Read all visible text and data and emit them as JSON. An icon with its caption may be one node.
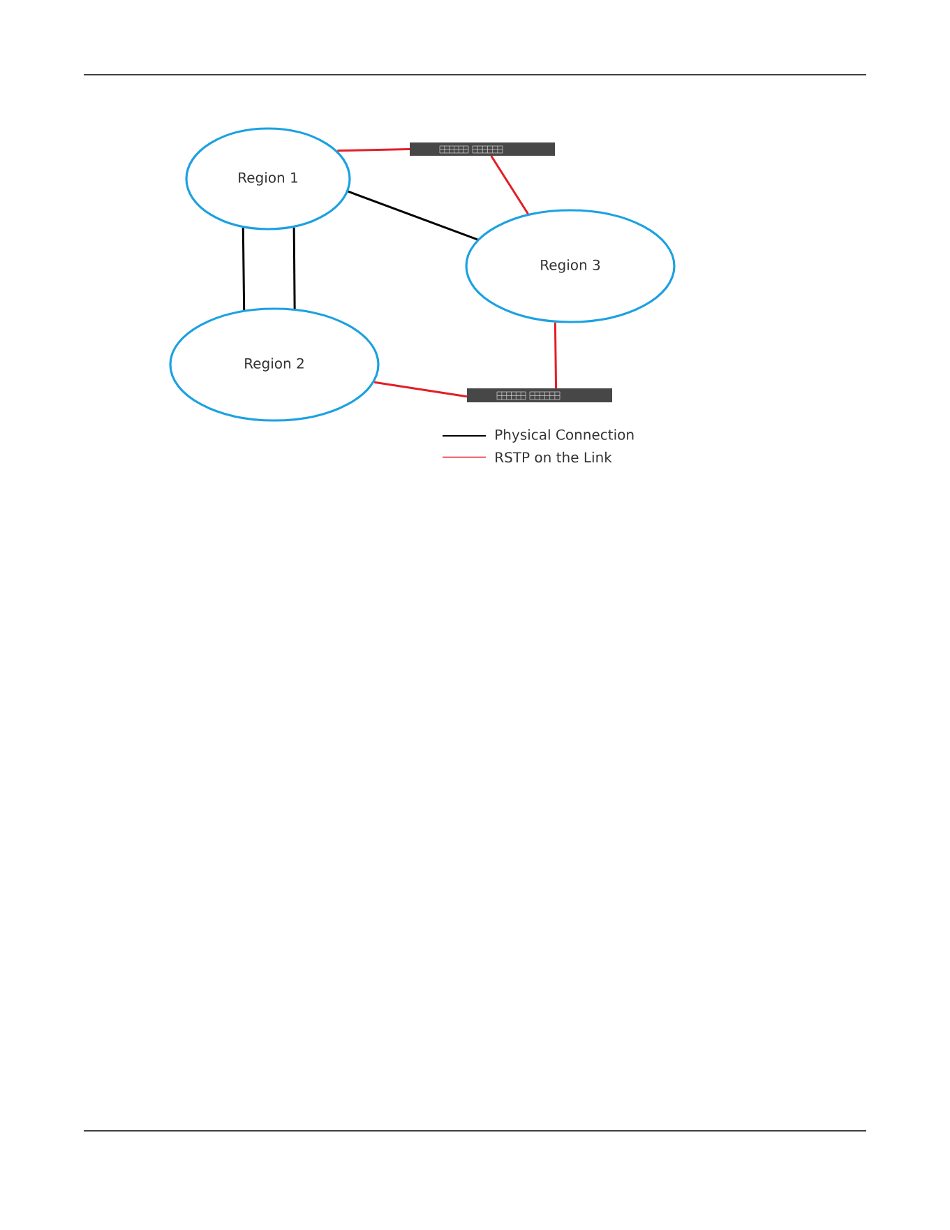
{
  "diagram": {
    "nodes": [
      {
        "text": [
          "Region 1"
        ]
      },
      {
        "text": [],
        "shape": "picture"
      },
      {
        "text": [
          "Region 3"
        ]
      },
      {
        "text": [
          "Region 2"
        ]
      },
      {
        "text": [],
        "shape": "picture"
      }
    ],
    "edges": [
      {
        "from": 0,
        "to": 1,
        "arrow": "none"
      },
      {
        "from": 1,
        "to": 2,
        "arrow": "none"
      },
      {
        "from": 0,
        "to": 2,
        "arrow": "none",
        "color": "#000000"
      },
      {
        "from": 0,
        "to": 3,
        "arrow": "none",
        "color": "#000000"
      },
      {
        "from": 0,
        "to": 3,
        "arrow": "none",
        "color": "#000000"
      },
      {
        "from": 2,
        "to": 4,
        "arrow": "none"
      },
      {
        "from": 3,
        "to": 4,
        "arrow": "none"
      }
    ],
    "legend": [
      {
        "text": "Physical Connection"
      },
      {
        "text": "RSTP on the Link"
      }
    ]
  }
}
